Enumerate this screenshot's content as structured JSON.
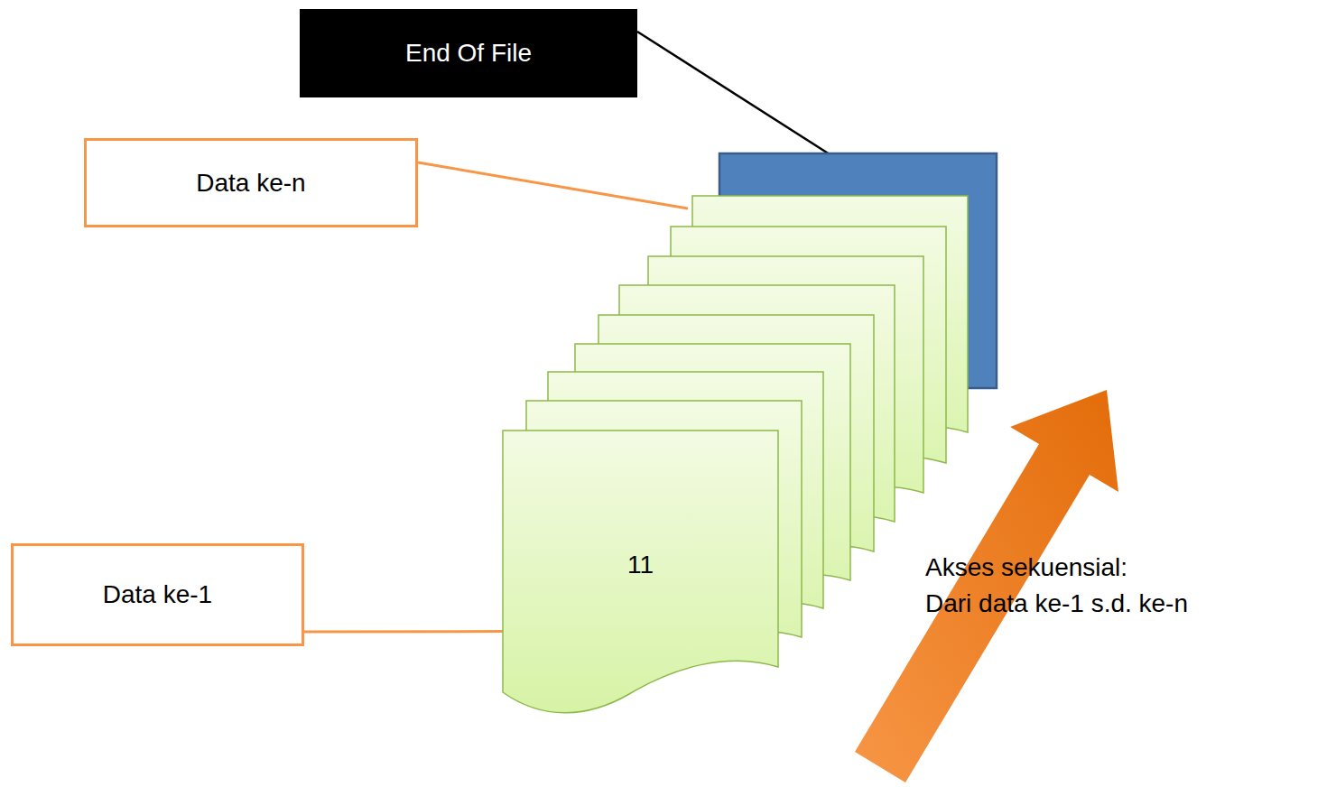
{
  "diagram": {
    "nodes": [
      {
        "text": [
          "End Of File"
        ]
      },
      {
        "text": [
          "Data ke-n"
        ]
      },
      {
        "text": [
          "Data ke-1"
        ]
      },
      {
        "text": [
          "11"
        ]
      }
    ],
    "edges": [
      {
        "from": 2,
        "to": 3,
        "arrow": "none"
      }
    ],
    "labels": [
      "Akses sekuensial:",
      "Dari data ke-1 s.d. ke-n"
    ]
  }
}
